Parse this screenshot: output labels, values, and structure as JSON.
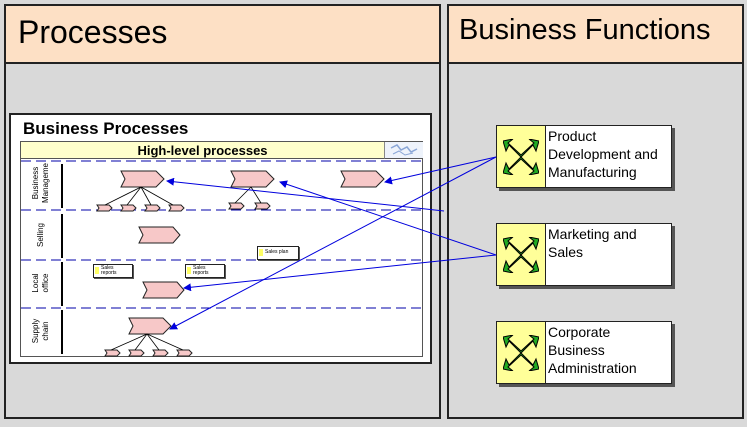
{
  "panels": {
    "processes_title": "Processes",
    "functions_title": "Business Functions"
  },
  "business_processes": {
    "title": "Business Processes",
    "header": "High-level processes",
    "lanes": [
      {
        "id": "mgmt",
        "label_lines": [
          "Business",
          "Manageme"
        ]
      },
      {
        "id": "selling",
        "label_lines": [
          "Selling"
        ]
      },
      {
        "id": "local",
        "label_lines": [
          "Local",
          "office"
        ]
      },
      {
        "id": "supply",
        "label_lines": [
          "Supply",
          "chain"
        ]
      }
    ],
    "notes": {
      "sales_plan": "Sales plan",
      "sales_reports_a": [
        "Sales",
        "reports"
      ],
      "sales_reports_b": [
        "Sales",
        "reports"
      ]
    }
  },
  "functions": [
    {
      "id": "product",
      "label": "Product Development and Manufacturing",
      "lines": [
        "Product",
        "Development and",
        "Manufacturing"
      ]
    },
    {
      "id": "marketing",
      "label": "Marketing and Sales",
      "lines": [
        "Marketing and",
        "Sales"
      ]
    },
    {
      "id": "corporate",
      "label": "Corporate Business Administration",
      "lines": [
        "Corporate",
        "Business",
        "Administration"
      ]
    }
  ],
  "colors": {
    "panel_header": "#fde0c5",
    "panel_bg": "#d9d9d9",
    "header_bar": "#ffffcc",
    "icon_bg": "#ffff99",
    "icon_green": "#22aa22",
    "process_fill": "#f7c8c8",
    "link_blue": "#0000dd"
  }
}
